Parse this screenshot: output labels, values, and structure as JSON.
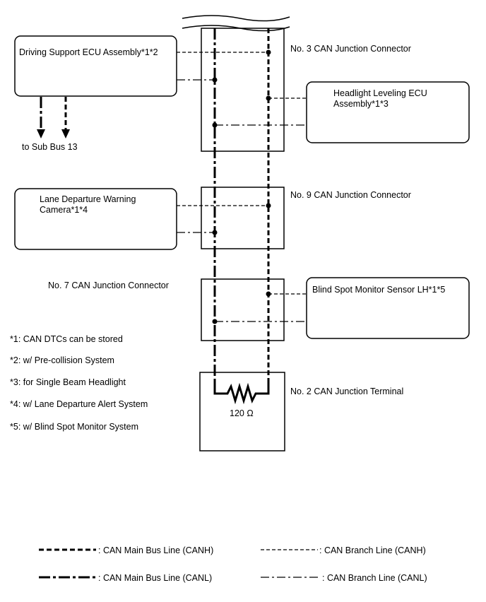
{
  "nodes": {
    "driving_support_ecu": "Driving Support ECU Assembly*1*2",
    "headlight_leveling_ecu_line1": "Headlight Leveling ECU",
    "headlight_leveling_ecu_line2": "Assembly*1*3",
    "lane_departure_camera_line1": "Lane Departure Warning",
    "lane_departure_camera_line2": "Camera*1*4",
    "blind_spot_sensor": "Blind Spot Monitor Sensor LH*1*5",
    "sub_bus": "to Sub Bus 13"
  },
  "junctions": {
    "no3": "No. 3 CAN Junction Connector",
    "no9": "No. 9 CAN Junction Connector",
    "no7": "No. 7 CAN Junction Connector",
    "no2": "No. 2 CAN Junction Terminal",
    "resistor": "120 Ω"
  },
  "notes": [
    "*1: CAN DTCs can be stored",
    "*2: w/ Pre-collision System",
    "*3: for Single Beam Headlight",
    "*4: w/ Lane Departure Alert System",
    "*5: w/ Blind Spot Monitor System"
  ],
  "legend": {
    "canh_main": ": CAN Main Bus Line (CANH)",
    "canh_branch": ": CAN Branch Line (CANH)",
    "canl_main": ": CAN Main Bus Line (CANL)",
    "canl_branch": ": CAN Branch Line (CANL)"
  }
}
